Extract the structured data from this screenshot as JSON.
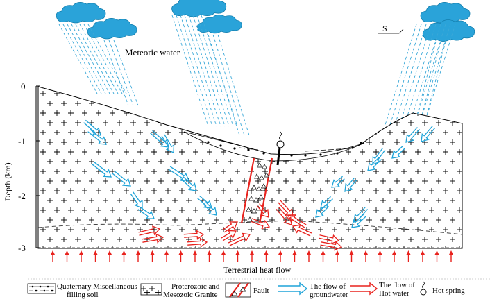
{
  "labels": {
    "meteoric_water": "Meteoric water",
    "south_marker": "S",
    "terrestrial_heat_flow": "Terrestrial heat flow",
    "depth_axis": "Depth (km)"
  },
  "depth_ticks": [
    "0",
    "-1",
    "-2",
    "-3"
  ],
  "legend": {
    "quaternary_line1": "Quaternary Miscellaneous",
    "quaternary_line2": "filling soil",
    "granite_line1": "Proterozoic and",
    "granite_line2": "Mesozoic Granite",
    "fault": "Fault",
    "groundwater_line1": "The flow of",
    "groundwater_line2": "groundwater",
    "hotwater_line1": "The flow of",
    "hotwater_line2": "Hot water",
    "hot_spring": "Hot spring"
  },
  "colors": {
    "groundwater": "#1fa3d8",
    "hot_water": "#e8221d",
    "rain": "#3aa8d8",
    "cloud": "#2aa3d9",
    "outline": "#000000"
  }
}
